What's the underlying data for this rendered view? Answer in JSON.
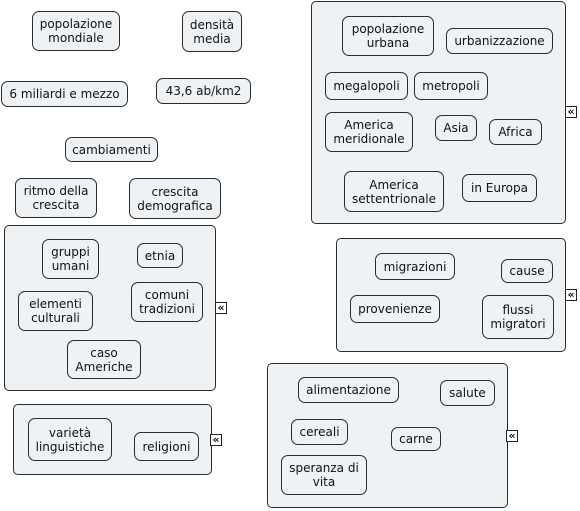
{
  "nodes": {
    "popolazione_mondiale": "popolazione\nmondiale",
    "densita_media": "densità\nmedia",
    "sei_miliardi": "6 miliardi e mezzo",
    "densita_valore": "43,6 ab/km2",
    "cambiamenti": "cambiamenti",
    "ritmo_crescita": "ritmo della\ncrescita",
    "crescita_demografica": "crescita\ndemografica",
    "gruppi_umani": "gruppi\numani",
    "etnia": "etnia",
    "elementi_culturali": "elementi\nculturali",
    "comuni_tradizioni": "comuni\ntradizioni",
    "caso_americhe": "caso\nAmeriche",
    "varieta_linguistiche": "varietà\nlinguistiche",
    "religioni": "religioni",
    "popolazione_urbana": "popolazione\nurbana",
    "urbanizzazione": "urbanizzazione",
    "megalopoli": "megalopoli",
    "metropoli": "metropoli",
    "america_meridionale": "America\nmeridionale",
    "asia": "Asia",
    "africa": "Africa",
    "america_settentrionale": "America\nsettentrionale",
    "in_europa": "in Europa",
    "migrazioni": "migrazioni",
    "cause": "cause",
    "provenienze": "provenienze",
    "flussi_migratori": "flussi\nmigratori",
    "alimentazione": "alimentazione",
    "salute": "salute",
    "cereali": "cereali",
    "carne": "carne",
    "speranza_di_vita": "speranza di\nvita"
  },
  "collapse_icon": "«"
}
